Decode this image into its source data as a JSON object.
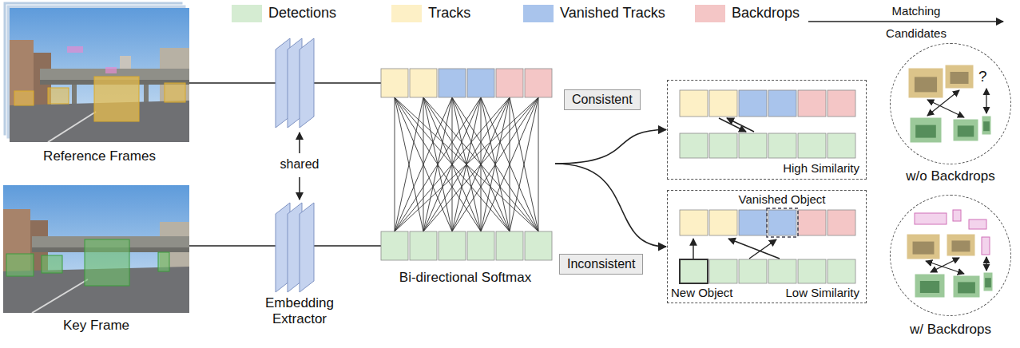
{
  "diagram": {
    "nodes": [
      {
        "text": [
          "Bi-directional Softmax"
        ]
      },
      {
        "text": [
          "Consistent"
        ]
      },
      {
        "text": [
          "Inconsistent"
        ]
      },
      {
        "text": [
          "High Similarity"
        ]
      },
      {
        "text": [
          "Vanished Object",
          "New Object",
          "Low Similarity"
        ]
      },
      {
        "text": [
          "?",
          "w/o Backdrops"
        ]
      },
      {
        "text": [
          "w/ Backdrops"
        ]
      }
    ],
    "edges": [
      {
        "from": 0,
        "to": 3,
        "arrow": "to"
      },
      {
        "from": 0,
        "to": 4,
        "arrow": "to"
      }
    ],
    "labels": [
      "Matching Candidates",
      "Reference Frames",
      "Key Frame",
      "shared",
      "Embedding Extractor"
    ],
    "legend": [
      {
        "text": "Detections",
        "color": "#d5ecd2"
      },
      {
        "text": "Tracks",
        "color": "#fdf0c6"
      },
      {
        "text": "Vanished Tracks",
        "color": "#a9c4ec"
      },
      {
        "text": "Backdrops",
        "color": "#f4c6c6"
      }
    ]
  }
}
